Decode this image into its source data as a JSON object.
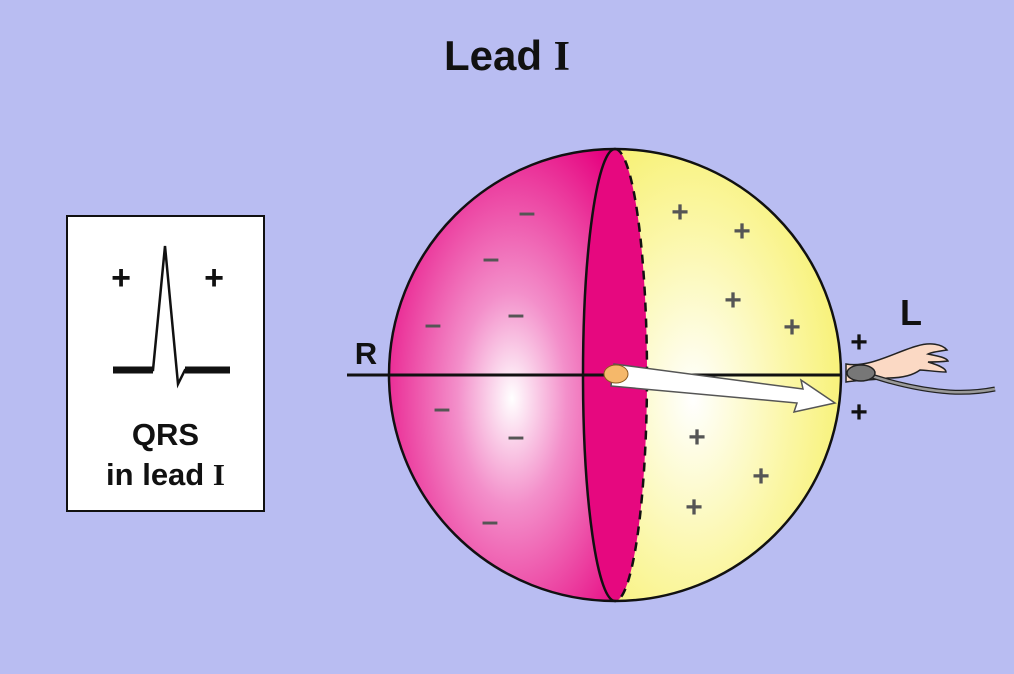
{
  "title": {
    "text": "Lead",
    "numeral": "I"
  },
  "qrs_box": {
    "plus_left": "+",
    "plus_right": "+",
    "line1": "QRS",
    "line2_text": "in lead",
    "line2_numeral": "I"
  },
  "labels": {
    "right": "R",
    "left": "L",
    "plus_top": "+",
    "plus_bottom": "+"
  },
  "signs": {
    "negative": "–",
    "positive": "+"
  },
  "colors": {
    "background": "#b9bdf2",
    "negative_region": "#e6007e",
    "positive_region": "#f7f25a",
    "arrow": "#ffffff"
  }
}
